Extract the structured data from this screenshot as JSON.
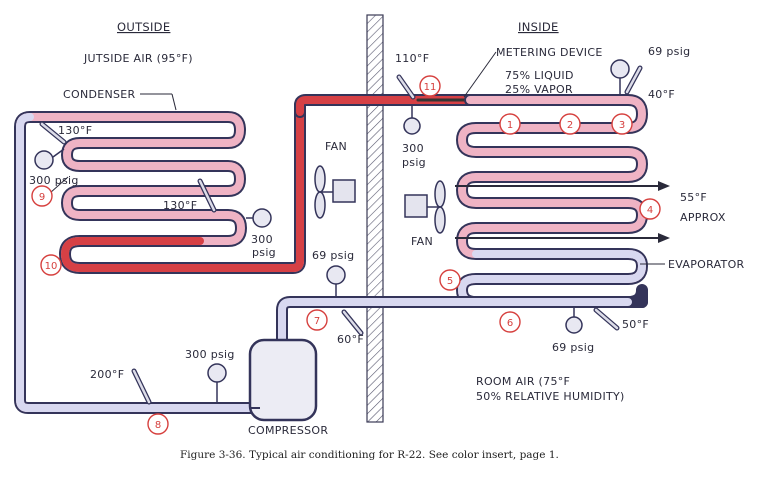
{
  "labels": {
    "outside": "OUTSIDE",
    "inside": "INSIDE",
    "outside_air": "JUTSIDE AIR (95°F)",
    "condenser": "CONDENSER",
    "metering_device": "METERING DEVICE",
    "liquid": "75% LIQUID",
    "vapor": "25% VAPOR",
    "fan_outside": "FAN",
    "fan_inside": "FAN",
    "evaporator": "EVAPORATOR",
    "compressor": "COMPRESSOR",
    "approx_temp": "55°F",
    "approx": "APPROX",
    "room_air_1": "ROOM AIR (75°F",
    "room_air_2": "50% RELATIVE HUMIDITY)"
  },
  "readings": {
    "cond_temp_top": "130°F",
    "cond_psig_left": "300 psig",
    "cond_temp_mid": "130°F",
    "cond_psig_right": "300",
    "cond_psig_right_unit": "psig",
    "meter_temp": "110°F",
    "meter_psig": "300",
    "meter_psig_unit": "psig",
    "evap_psig_top": "69 psig",
    "evap_temp_top": "40°F",
    "suction_psig": "69 psig",
    "suction_temp": "60°F",
    "evap_temp_bottom": "50°F",
    "evap_psig_bottom": "69 psig",
    "discharge_psig": "300 psig",
    "discharge_temp": "200°F"
  },
  "points": [
    "1",
    "2",
    "3",
    "4",
    "5",
    "6",
    "7",
    "8",
    "9",
    "10",
    "11"
  ],
  "caption": "Figure 3-36. Typical air conditioning for R-22. See color insert, page 1.",
  "colors": {
    "hot_liquid": "#d64045",
    "hot_gas": "#f2b8c6",
    "cool_gas": "#d8d8f0",
    "outline": "#34345a",
    "marker": "#d6403e"
  }
}
